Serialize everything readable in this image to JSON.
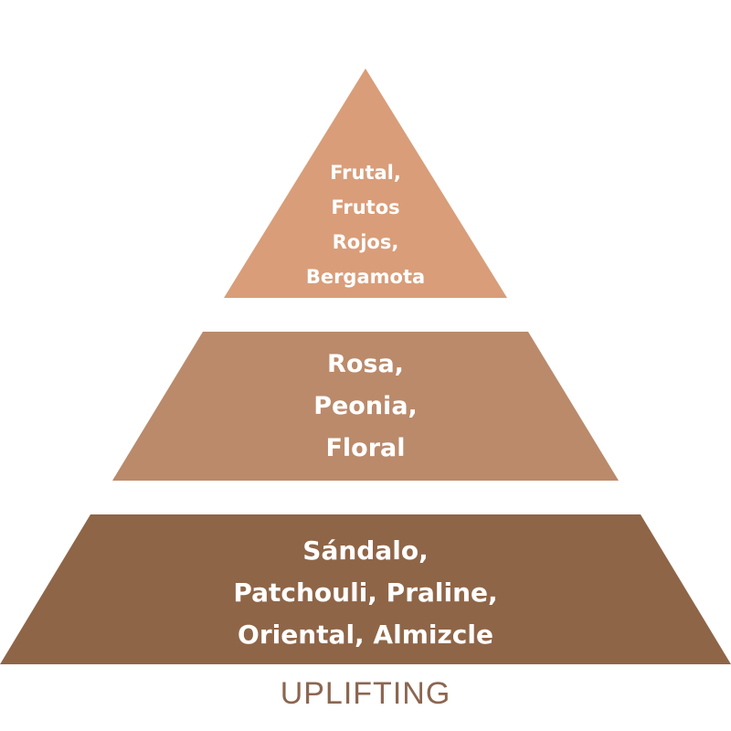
{
  "colors": {
    "top": "#D99D79",
    "middle": "#BA8A6B",
    "base": "#8F6547",
    "caption": "#8B6650",
    "text": "#FFFFFF"
  },
  "pyramid": {
    "top_notes": [
      "Frutal,",
      "Frutos",
      "Rojos,",
      "Bergamota"
    ],
    "heart_notes": [
      "Rosa,",
      "Peonia,",
      "Floral"
    ],
    "base_notes": [
      "Sándalo,",
      "Patchouli, Praline,",
      "Oriental, Almizcle"
    ]
  },
  "caption": "UPLIFTING"
}
